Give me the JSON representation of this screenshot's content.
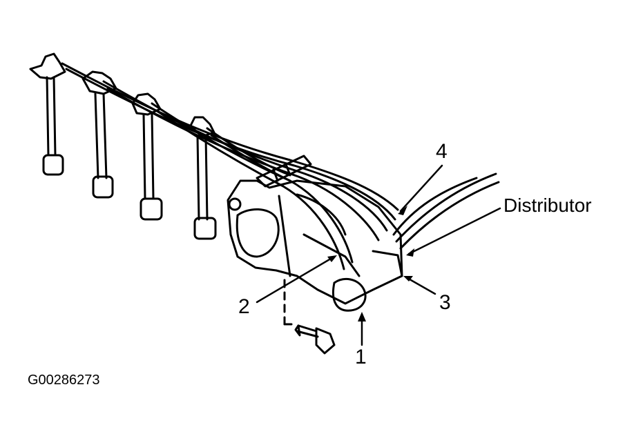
{
  "callouts": {
    "c1": "1",
    "c2": "2",
    "c3": "3",
    "c4": "4",
    "distributor": "Distributor"
  },
  "figure_code": "G00286273",
  "colors": {
    "ink": "#000000",
    "paper": "#ffffff"
  }
}
